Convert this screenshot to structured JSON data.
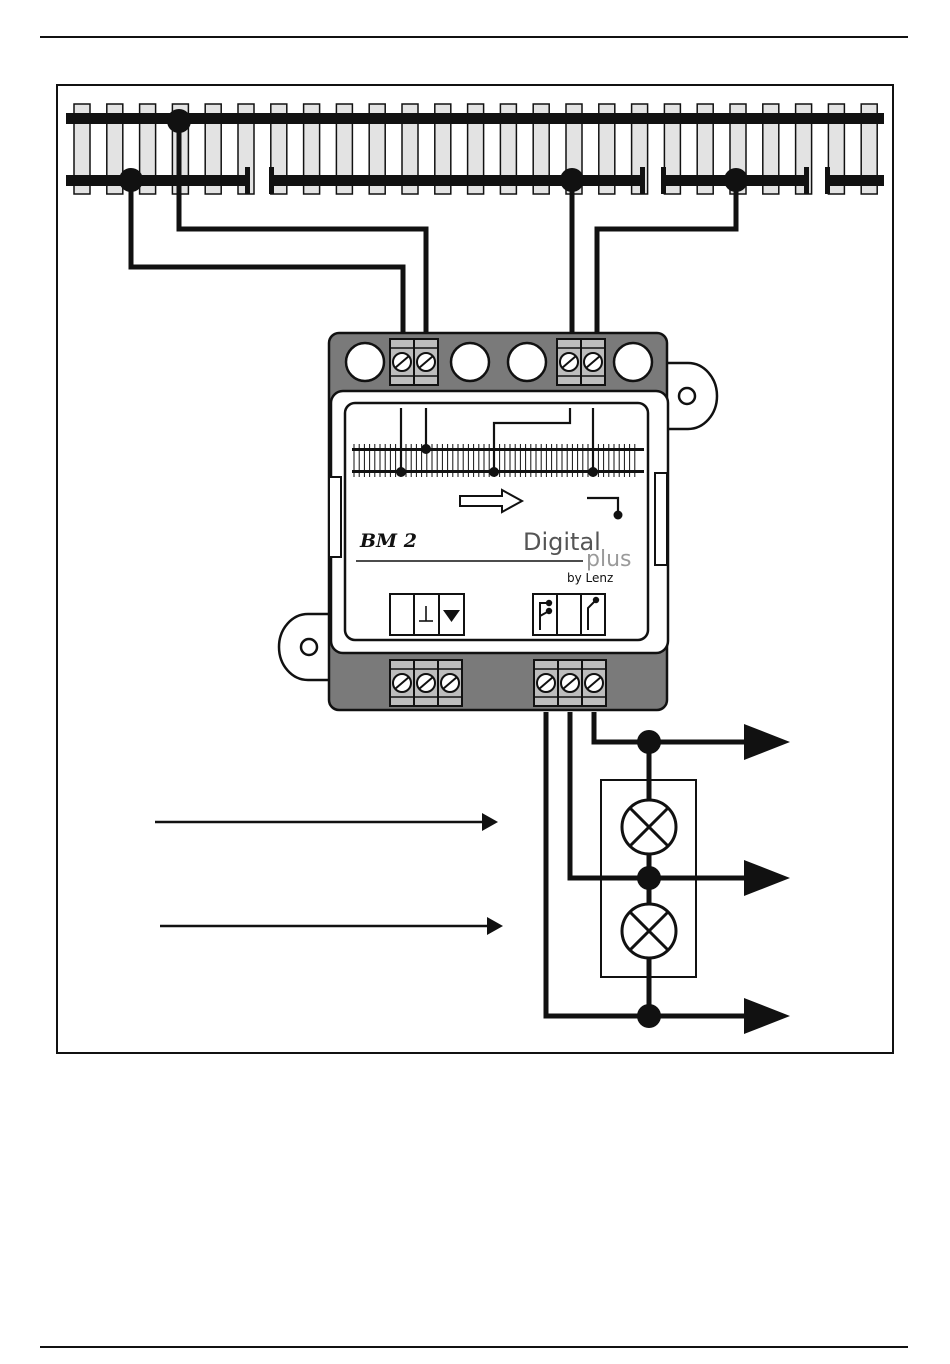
{
  "module": {
    "name": "BM 2",
    "brand_word": "Digital",
    "brand_sub": "plus",
    "brand_by": "by Lenz"
  },
  "colors": {
    "line": "#111111",
    "terminal_band": "#7a7a7a",
    "sleeper": "#e3e3e3",
    "lamp_fill": "#ffffff"
  },
  "icons": {
    "ground_symbol": "ground-icon",
    "triangle_symbol": "triangle-down-icon",
    "signal_symbol": "signal-icon",
    "direction_arrow": "hollow-arrow-right-icon",
    "lamp": "lamp-icon"
  }
}
